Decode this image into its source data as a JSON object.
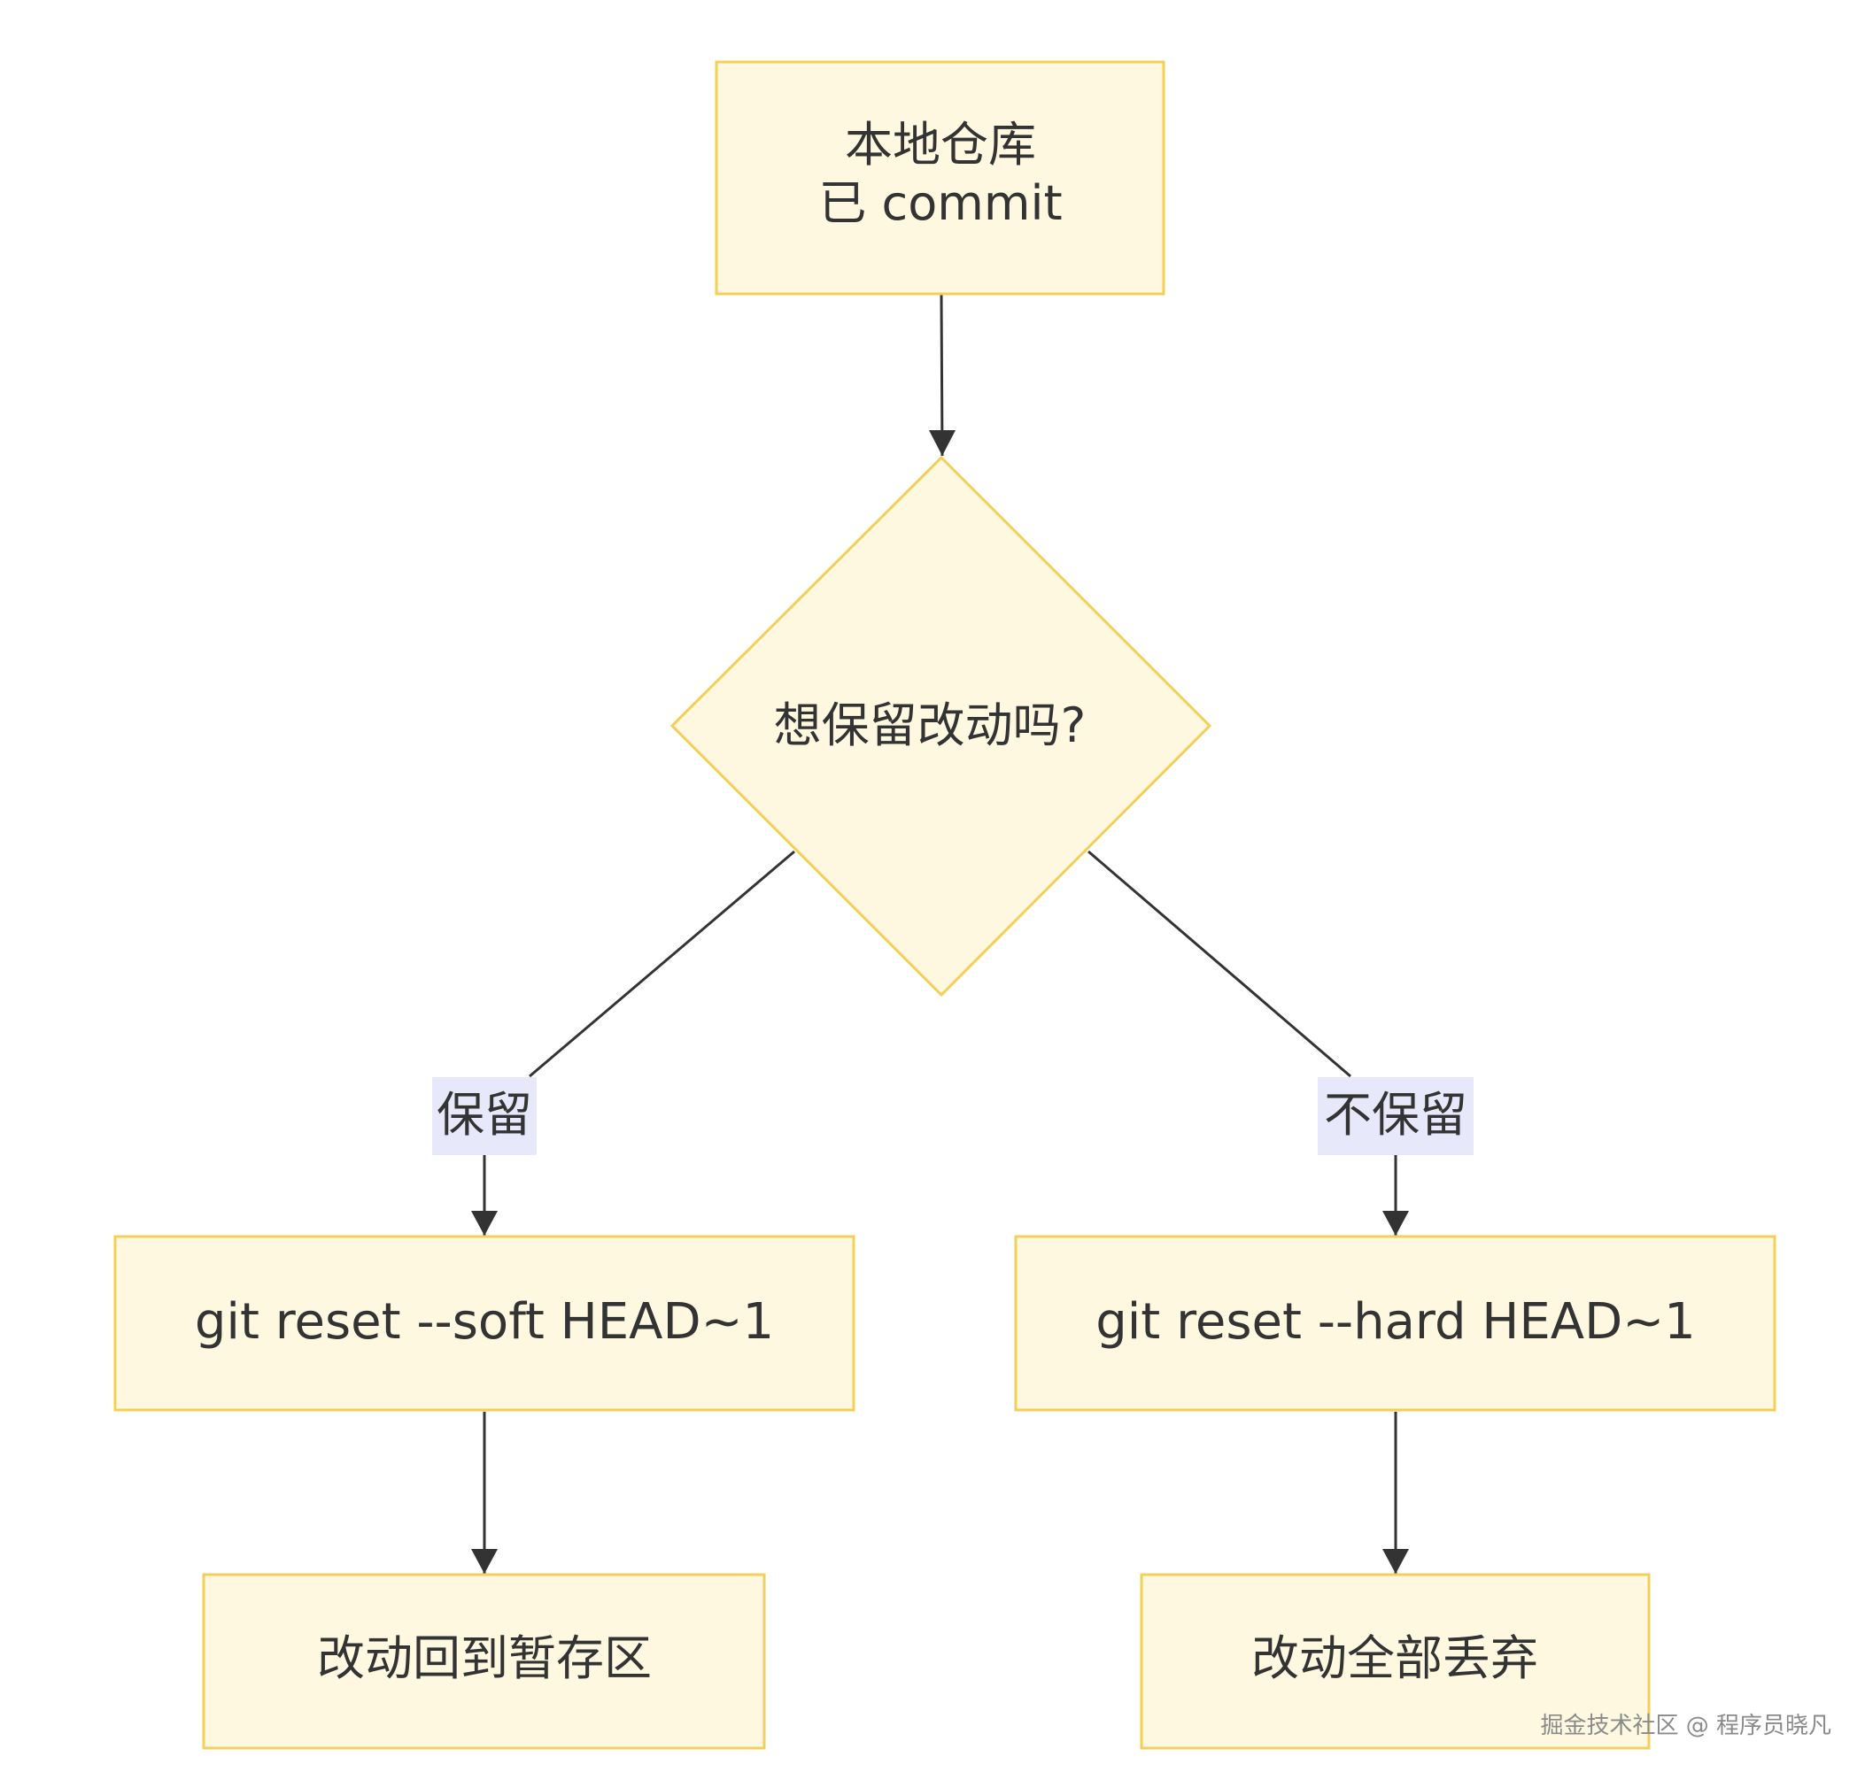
{
  "colors": {
    "node_fill": "#fff8e1",
    "node_stroke": "#f3cf58",
    "edge": "#333333",
    "edge_label_bg": "#e8e8fb",
    "text": "#333333",
    "background": "#ffffff"
  },
  "nodes": {
    "start": {
      "line1": "本地仓库",
      "line2": "已 commit"
    },
    "decision": {
      "label": "想保留改动吗?"
    },
    "soft_reset": {
      "label": "git reset --soft HEAD~1"
    },
    "hard_reset": {
      "label": "git reset --hard HEAD~1"
    },
    "soft_result": {
      "label": "改动回到暂存区"
    },
    "hard_result": {
      "label": "改动全部丢弃"
    }
  },
  "edges": {
    "keep": {
      "label": "保留"
    },
    "discard": {
      "label": "不保留"
    }
  },
  "watermark": {
    "text": "掘金技术社区 @ 程序员晓凡"
  }
}
